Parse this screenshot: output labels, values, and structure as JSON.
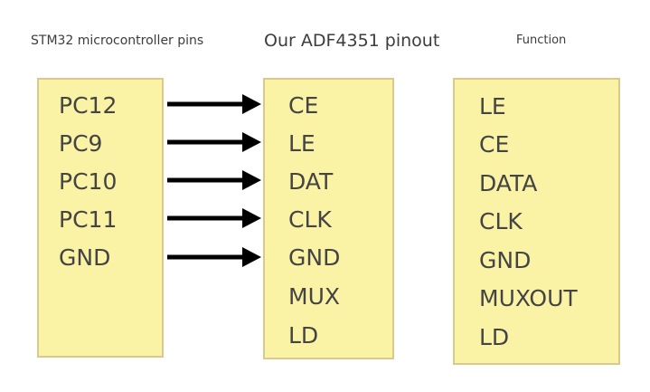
{
  "headers": {
    "stm32": "STM32 microcontroller pins",
    "adf4351": "Our ADF4351 pinout",
    "function": "Function"
  },
  "stm32_pins": [
    "PC12",
    "PC9",
    "PC10",
    "PC11",
    "GND"
  ],
  "adf4351_pins": [
    "CE",
    "LE",
    "DAT",
    "CLK",
    "GND",
    "MUX",
    "LD"
  ],
  "function_pins": [
    "LE",
    "CE",
    "DATA",
    "CLK",
    "GND",
    "MUXOUT",
    "LD"
  ],
  "connections": [
    {
      "from": "PC12",
      "to": "CE"
    },
    {
      "from": "PC9",
      "to": "LE"
    },
    {
      "from": "PC10",
      "to": "DAT"
    },
    {
      "from": "PC11",
      "to": "CLK"
    },
    {
      "from": "GND",
      "to": "GND"
    }
  ],
  "colors": {
    "box_fill": "#faf2a4",
    "box_border": "#d9c98c",
    "arrow": "#000000",
    "text": "#444444"
  }
}
